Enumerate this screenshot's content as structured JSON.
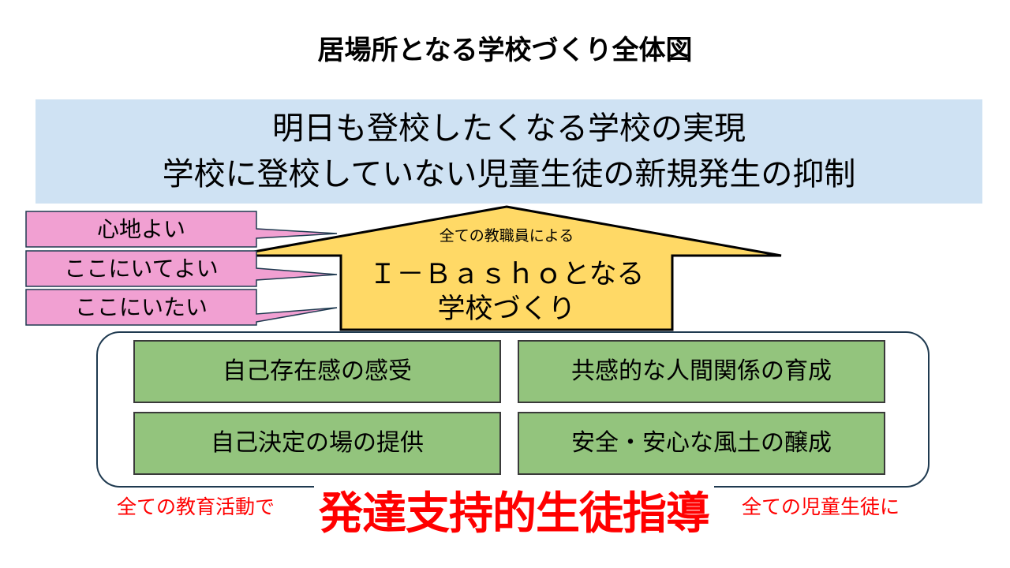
{
  "title": "居場所となる学校づくり全体図",
  "banner": {
    "line1": "明日も登校したくなる学校の実現",
    "line2": "学校に登校していない児童生徒の新規発生の抑制"
  },
  "callouts": [
    "心地よい",
    "ここにいてよい",
    "ここにいたい"
  ],
  "house": {
    "subtitle": "全ての教職員による",
    "line1": "Ｉ－Ｂａｓｈｏとなる",
    "line2": "学校づくり"
  },
  "pillars": [
    "自己存在感の感受",
    "共感的な人間関係の育成",
    "自己決定の場の提供",
    "安全・安心な風土の醸成"
  ],
  "footer": {
    "left": "全ての教育活動で",
    "center": "発達支持的生徒指導",
    "right": "全ての児童生徒に"
  },
  "colors": {
    "banner": "#cfe2f3",
    "house": "#ffd966",
    "callout": "#f1a0d2",
    "pillar": "#93c47d",
    "accent": "#ff0000"
  }
}
